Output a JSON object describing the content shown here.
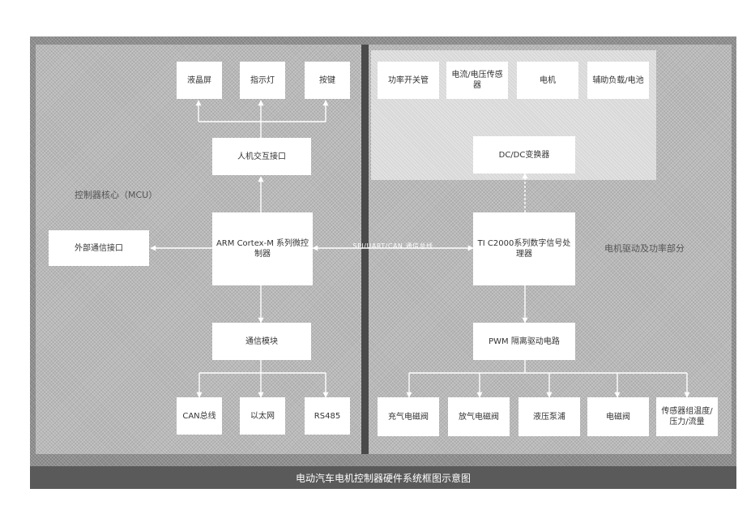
{
  "zones": {
    "left": "控制器核心（MCU）",
    "right": "电机驱动及功率部分"
  },
  "boxes": {
    "display": "液晶屏",
    "indicator": "指示灯",
    "keys": "按键",
    "hmi": "人机交互接口",
    "ext_comm": "外部通信接口",
    "mcu": "ARM Cortex-M 系列微控制器",
    "comm_module": "通信模块",
    "can": "CAN总线",
    "ethernet": "以太网",
    "rs485": "RS485",
    "power_switch": "功率开关管",
    "current_sensor": "电流/电压传感器",
    "motor": "电机",
    "load": "辅助负载/电池",
    "dcdc": "DC/DC变换器",
    "dsp": "TI C2000系列数字信号处理器",
    "pwm_driver": "PWM 隔离驱动电路",
    "inflate_valve": "充气电磁阀",
    "deflate_valve": "放气电磁阀",
    "pump": "液压泵浦",
    "solenoid": "电磁阀",
    "sensors": "传感器组温度/压力/流量"
  },
  "bus_label": "SPI/UART/CAN 通信总线",
  "caption": "电动汽车电机控制器硬件系统框图示意图"
}
